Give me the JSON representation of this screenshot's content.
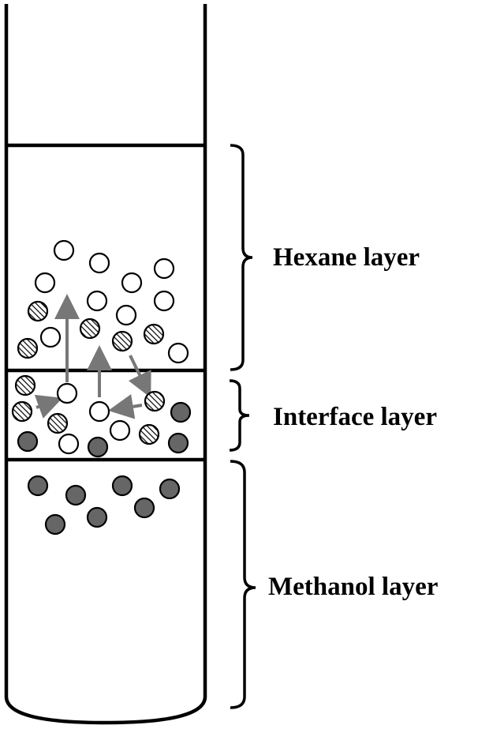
{
  "diagram": {
    "labels": {
      "hexane": "Hexane layer",
      "interface": "Interface layer",
      "methanol": "Methanol layer"
    },
    "particle_kinds": [
      "open",
      "hatched",
      "filled"
    ],
    "colors": {
      "outline": "#000000",
      "filled_particle": "#666666",
      "arrow": "#777777",
      "background": "#ffffff"
    }
  }
}
